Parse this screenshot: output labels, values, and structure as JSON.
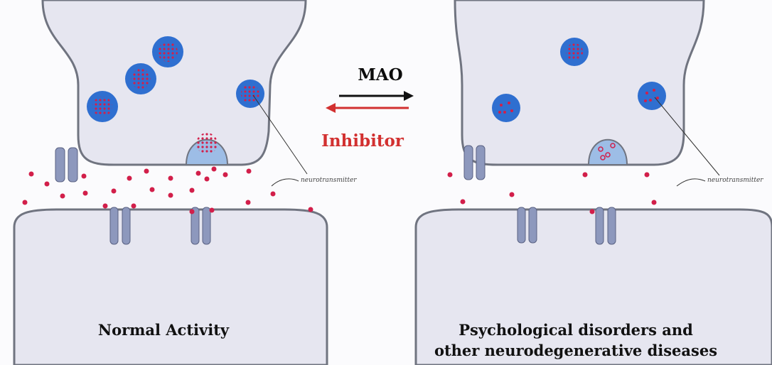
{
  "colors": {
    "membrane_fill": "#e6e6f0",
    "membrane_stroke": "#707480",
    "vesicle_blue": "#2f6fd0",
    "vesicle_light": "#9dbde6",
    "neurotransmitter": "#d21f4a",
    "channel": "#8d98bd",
    "arrow_mao": "#111111",
    "arrow_inhibitor": "#d23030"
  },
  "arrows": {
    "forward_label": "MAO",
    "reverse_label": "Inhibitor"
  },
  "panels": {
    "left": {
      "caption": "Normal Activity",
      "annotation": "neurotransmitter"
    },
    "right": {
      "caption_line1": "Psychological disorders and",
      "caption_line2": "other neurodegenerative diseases",
      "annotation": "neurotransmitter"
    }
  }
}
